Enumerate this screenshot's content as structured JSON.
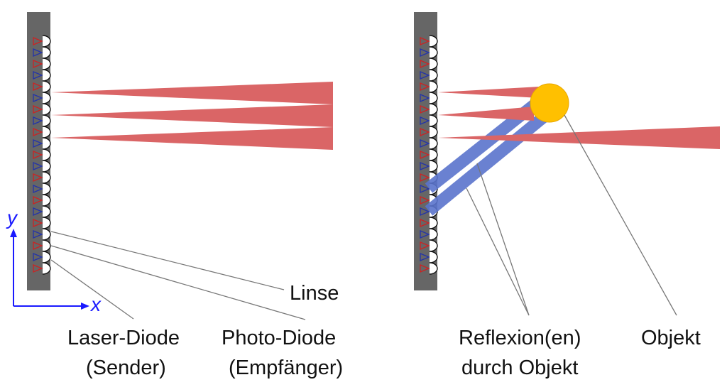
{
  "labels": {
    "linse": "Linse",
    "laser_diode_line1": "Laser-Diode",
    "laser_diode_line2": "(Sender)",
    "photo_diode_line1": "Photo-Diode",
    "photo_diode_line2": "(Empfänger)",
    "reflexion_line1": "Reflexion(en)",
    "reflexion_line2": "durch Objekt",
    "objekt": "Objekt"
  },
  "axes": {
    "x": "x",
    "y": "y"
  },
  "colors": {
    "panel": "#666666",
    "laser_beam": "#da6566",
    "reflection_beam": "#5a73cc",
    "object": "#ffc000",
    "object_stroke": "#e8a800",
    "laser_diode": "#cc2222",
    "photo_diode": "#2233aa",
    "axis": "#1a1aff",
    "leader": "#777777"
  }
}
